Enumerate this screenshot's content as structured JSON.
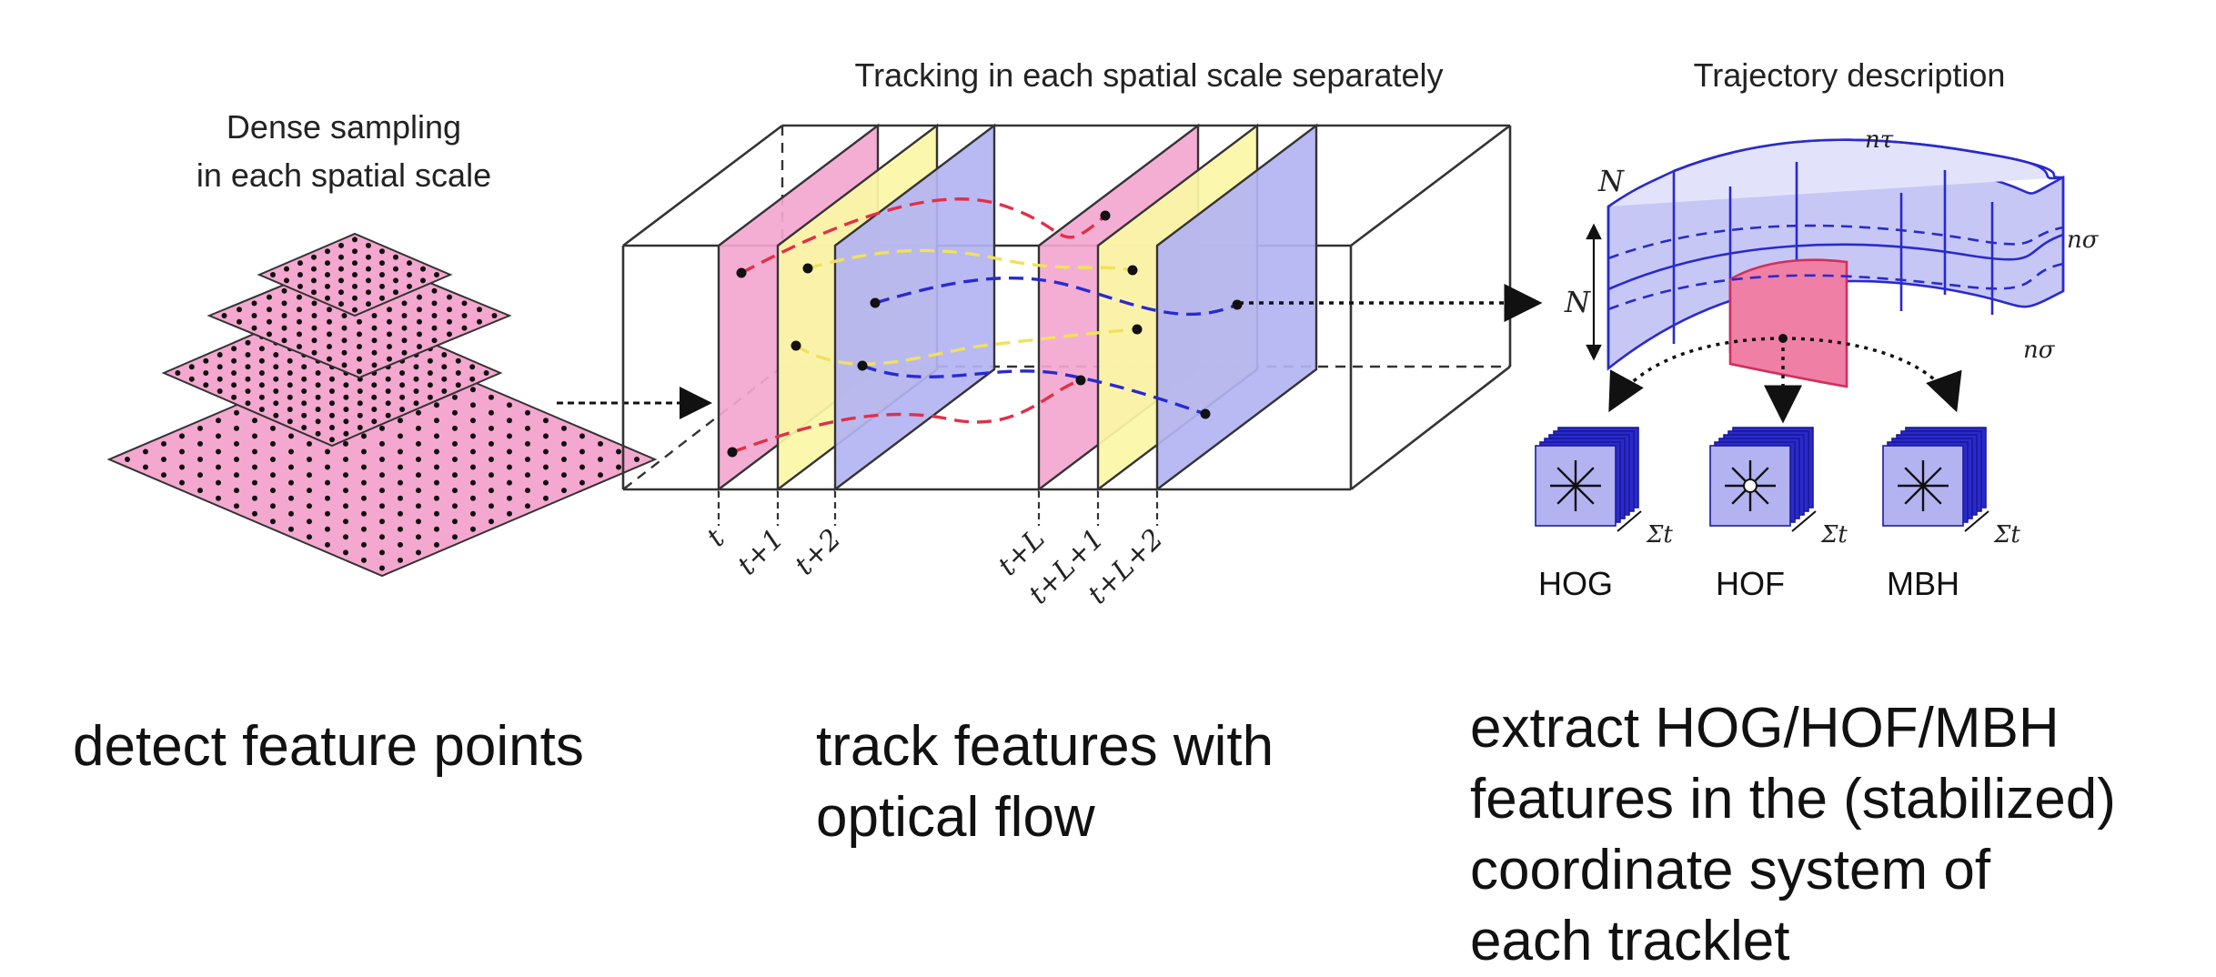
{
  "headings": {
    "dense_sampling_line1": "Dense sampling",
    "dense_sampling_line2": "in each spatial scale",
    "tracking": "Tracking in each spatial scale separately",
    "trajectory": "Trajectory description"
  },
  "frame_labels": [
    "t",
    "t+1",
    "t+2",
    "t+L",
    "t+L+1",
    "t+L+2"
  ],
  "math_labels": {
    "N_top": "N",
    "N_side": "N",
    "N_arrow": "N",
    "n_tau": "nτ",
    "n_sigma_1": "nσ",
    "n_sigma_2": "nσ",
    "sigma_t": "Σt"
  },
  "descriptors": [
    "HOG",
    "HOF",
    "MBH"
  ],
  "captions": {
    "detect": [
      "detect feature points"
    ],
    "track": [
      "track features with",
      "optical flow"
    ],
    "extract": [
      "extract HOG/HOF/MBH",
      "features in the (stabilized)",
      "coordinate system of",
      "each tracklet"
    ]
  },
  "colors": {
    "pink": "#f4a7cf",
    "yellow": "#fbf7a6",
    "blue": "#b3b3f2",
    "red_track": "#e0304a",
    "yellow_track": "#f0e25a",
    "blue_track": "#2a2ad0",
    "box_stroke": "#333333"
  }
}
